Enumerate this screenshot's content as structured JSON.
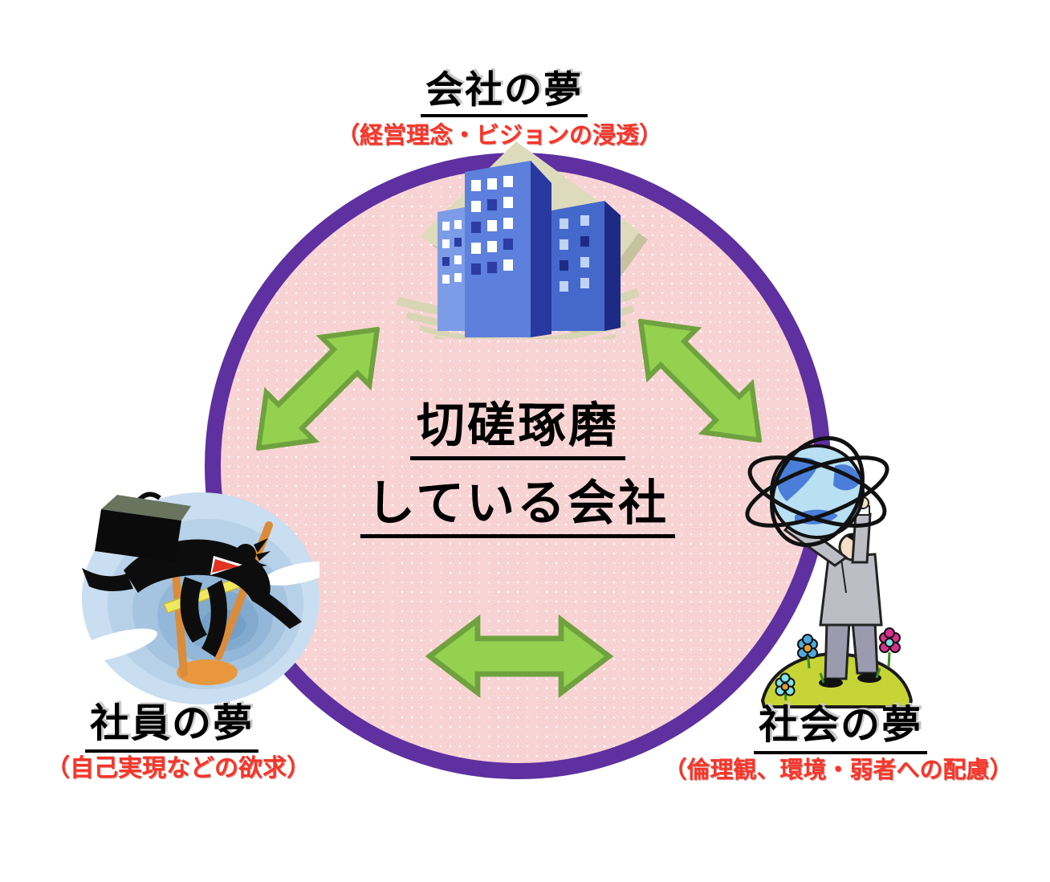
{
  "diagram": {
    "center": {
      "line1": "切磋琢磨",
      "line2": "している会社"
    },
    "nodes": [
      {
        "id": "company",
        "label": "会社の夢",
        "sublabel": "（経営理念・ビジョンの浸透）",
        "icon": "office-buildings-icon",
        "position": "top"
      },
      {
        "id": "employee",
        "label": "社員の夢",
        "sublabel": "（自己実現などの欲求）",
        "icon": "hurdling-businessman-icon",
        "position": "bottom-left"
      },
      {
        "id": "society",
        "label": "社会の夢",
        "sublabel": "（倫理観、環境・弱者への配慮）",
        "icon": "man-holding-globe-icon",
        "position": "bottom-right"
      }
    ],
    "connections": [
      {
        "from": "company",
        "to": "employee",
        "style": "double-arrow"
      },
      {
        "from": "company",
        "to": "society",
        "style": "double-arrow"
      },
      {
        "from": "employee",
        "to": "society",
        "style": "double-arrow"
      }
    ],
    "colors": {
      "circle_ring": "#5E30A0",
      "circle_fill": "#F8D3D3",
      "circle_dots": "#FFFFFF",
      "arrow_fill": "#93D14F",
      "arrow_outline": "#6FA23F",
      "label_text": "#000000",
      "sublabel_text": "#F5362A"
    }
  }
}
